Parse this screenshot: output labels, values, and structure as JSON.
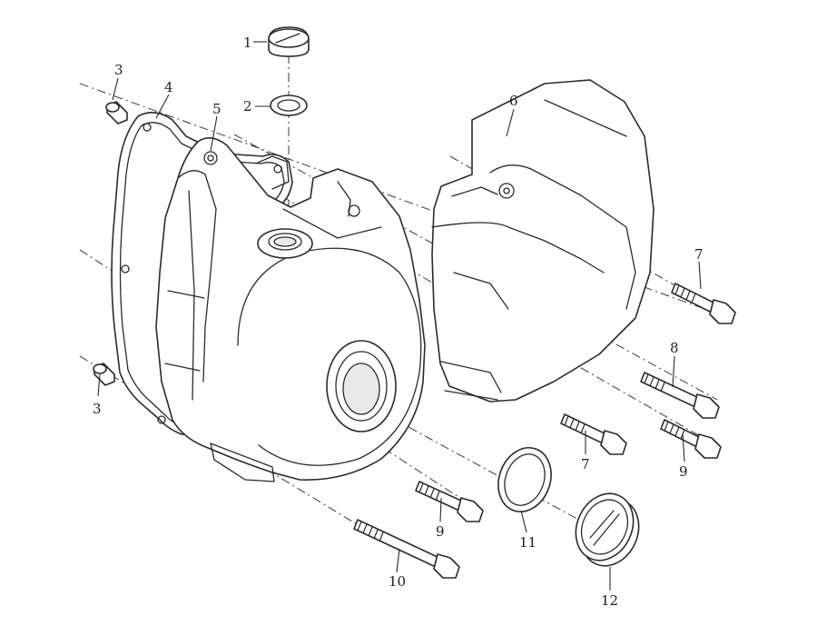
{
  "diagram": {
    "callouts": [
      {
        "id": "1",
        "text": "1"
      },
      {
        "id": "2",
        "text": "2"
      },
      {
        "id": "3a",
        "text": "3"
      },
      {
        "id": "3b",
        "text": "3"
      },
      {
        "id": "4",
        "text": "4"
      },
      {
        "id": "5",
        "text": "5"
      },
      {
        "id": "6",
        "text": "6"
      },
      {
        "id": "7a",
        "text": "7"
      },
      {
        "id": "7b",
        "text": "7"
      },
      {
        "id": "8",
        "text": "8"
      },
      {
        "id": "9a",
        "text": "9"
      },
      {
        "id": "9b",
        "text": "9"
      },
      {
        "id": "10",
        "text": "10"
      },
      {
        "id": "11",
        "text": "11"
      },
      {
        "id": "12",
        "text": "12"
      }
    ],
    "colors": {
      "line": "#2a2a2a",
      "background": "#ffffff"
    }
  }
}
